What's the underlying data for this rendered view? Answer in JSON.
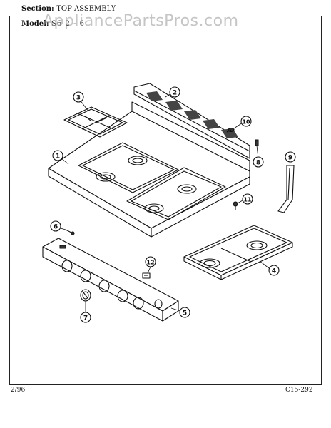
{
  "section": {
    "label": "Section:",
    "value": "TOP ASSEMBLY"
  },
  "model": {
    "label": "Model:",
    "value": "S6 2 - 6"
  },
  "watermark": "AppliancePartsPros.com",
  "footer": {
    "date": "2/96",
    "code": "C15-292"
  },
  "callouts": [
    {
      "id": "1",
      "name": "callout-1"
    },
    {
      "id": "2",
      "name": "callout-2"
    },
    {
      "id": "3",
      "name": "callout-3"
    },
    {
      "id": "4",
      "name": "callout-4"
    },
    {
      "id": "5",
      "name": "callout-5"
    },
    {
      "id": "6",
      "name": "callout-6"
    },
    {
      "id": "7",
      "name": "callout-7"
    },
    {
      "id": "8",
      "name": "callout-8"
    },
    {
      "id": "9",
      "name": "callout-9"
    },
    {
      "id": "10",
      "name": "callout-10"
    },
    {
      "id": "11",
      "name": "callout-11"
    },
    {
      "id": "12",
      "name": "callout-12"
    }
  ]
}
